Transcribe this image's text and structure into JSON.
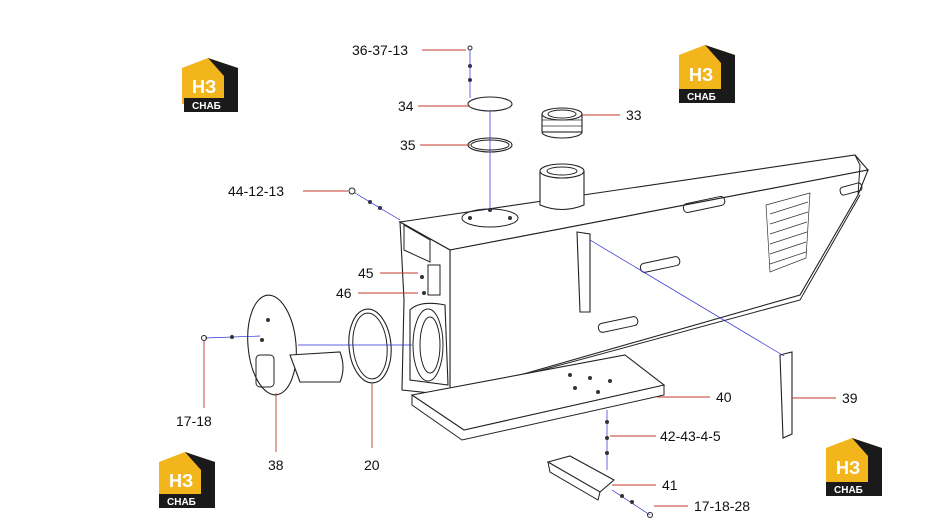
{
  "labels": {
    "l_36_37_13": "36-37-13",
    "l_34": "34",
    "l_33": "33",
    "l_35": "35",
    "l_44_12_13": "44-12-13",
    "l_45": "45",
    "l_46": "46",
    "l_17_18": "17-18",
    "l_38": "38",
    "l_20": "20",
    "l_40": "40",
    "l_39": "39",
    "l_42_43_4_5": "42-43-4-5",
    "l_41": "41",
    "l_17_18_28": "17-18-28"
  },
  "logo": {
    "letters": "НЗ",
    "subtitle": "СНАБ"
  },
  "colors": {
    "logo_black": "#1a1a1a",
    "logo_gold": "#f2b51c",
    "leader_line": "#c0392b",
    "axis_line": "#2b2bd6"
  }
}
